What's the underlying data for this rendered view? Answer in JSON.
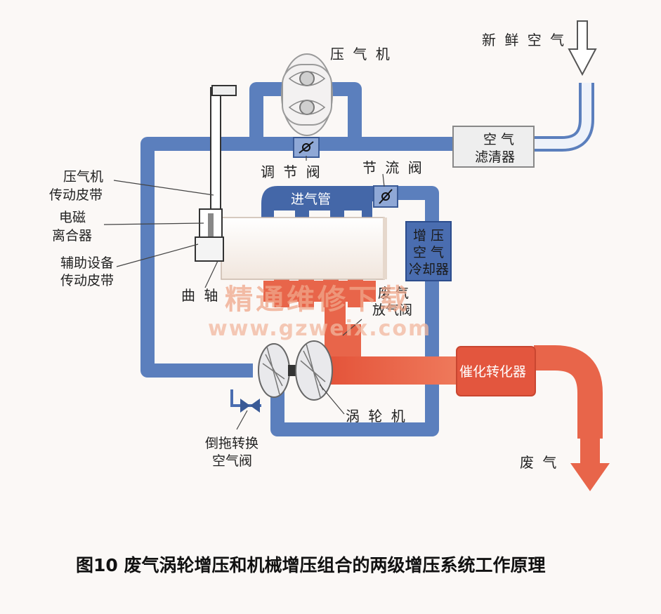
{
  "labels": {
    "compressor": "压 气 机",
    "fresh_air": "新 鲜 空 气",
    "air_filter_1": "空 气",
    "air_filter_2": "滤清器",
    "regulating_valve": "调 节 阀",
    "throttle_valve": "节 流 阀",
    "intake_manifold": "进气管",
    "compressor_belt_1": "压气机",
    "compressor_belt_2": "传动皮带",
    "em_clutch_1": "电磁",
    "em_clutch_2": "离合器",
    "aux_belt_1": "辅助设备",
    "aux_belt_2": "传动皮带",
    "crankshaft": "曲 轴",
    "intercooler_1": "增 压",
    "intercooler_2": "空 气",
    "intercooler_3": "冷却器",
    "wastegate_1": "废 气",
    "wastegate_2": "放气阀",
    "catalytic_converter": "催化转化器",
    "turbine": "涡 轮 机",
    "dump_valve_1": "倒拖转换",
    "dump_valve_2": "空气阀",
    "exhaust": "废    气"
  },
  "watermark": {
    "line1": "精通维修下载",
    "line2": "www.gzweix.com"
  },
  "caption": "图10 废气涡轮增压和机械增压组合的两级增压系统工作原理",
  "colors": {
    "intake_pipe": "#5b7fbd",
    "intake_pipe_dark": "#3f5f9a",
    "exhaust_pipe": "#e8654a",
    "engine": "#fbf4ee",
    "background": "#fbf8f6"
  }
}
